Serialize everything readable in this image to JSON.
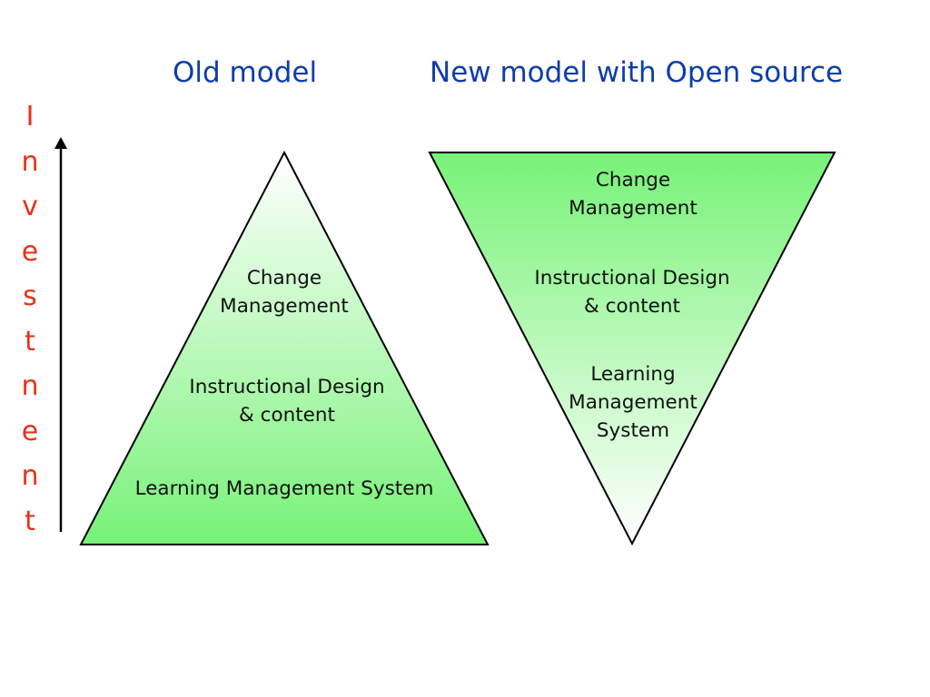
{
  "old_model": {
    "title": "Old model",
    "tiers": [
      "Change\nManagement",
      "Instructional Design\n& content",
      "Learning Management System"
    ]
  },
  "new_model": {
    "title": "New model with Open source",
    "tiers": [
      "Change\nManagement",
      "Instructional Design\n& content",
      "Learning\nManagement\nSystem"
    ]
  },
  "axis": {
    "label_letters": [
      "I",
      "n",
      "v",
      "e",
      "s",
      "t",
      "n",
      "e",
      "n",
      "t"
    ]
  },
  "colors": {
    "heading": "#0f3ea8",
    "axis_label": "#e8321a",
    "fill_strong": "#77f277",
    "fill_light": "#ffffff",
    "outline": "#000000"
  }
}
